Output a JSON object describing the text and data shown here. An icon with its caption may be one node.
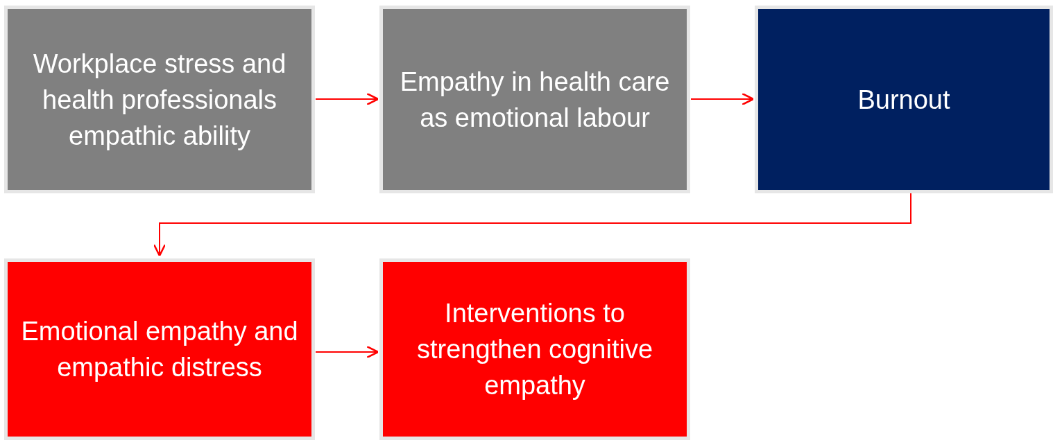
{
  "diagram": {
    "nodes": [
      {
        "text": [
          "Workplace stress and health professionals empathic ability"
        ]
      },
      {
        "text": [
          "Empathy in health care as emotional labour"
        ]
      },
      {
        "text": [
          "Burnout"
        ]
      },
      {
        "text": [
          "Emotional empathy and empathic distress"
        ]
      },
      {
        "text": [
          "Interventions to strengthen cognitive empathy"
        ]
      }
    ],
    "edges": [
      {
        "from": 0,
        "to": 1,
        "arrow": "to"
      },
      {
        "from": 1,
        "to": 2,
        "arrow": "to"
      },
      {
        "from": 2,
        "to": 3,
        "arrow": "to"
      },
      {
        "from": 3,
        "to": 4,
        "arrow": "to"
      }
    ]
  }
}
